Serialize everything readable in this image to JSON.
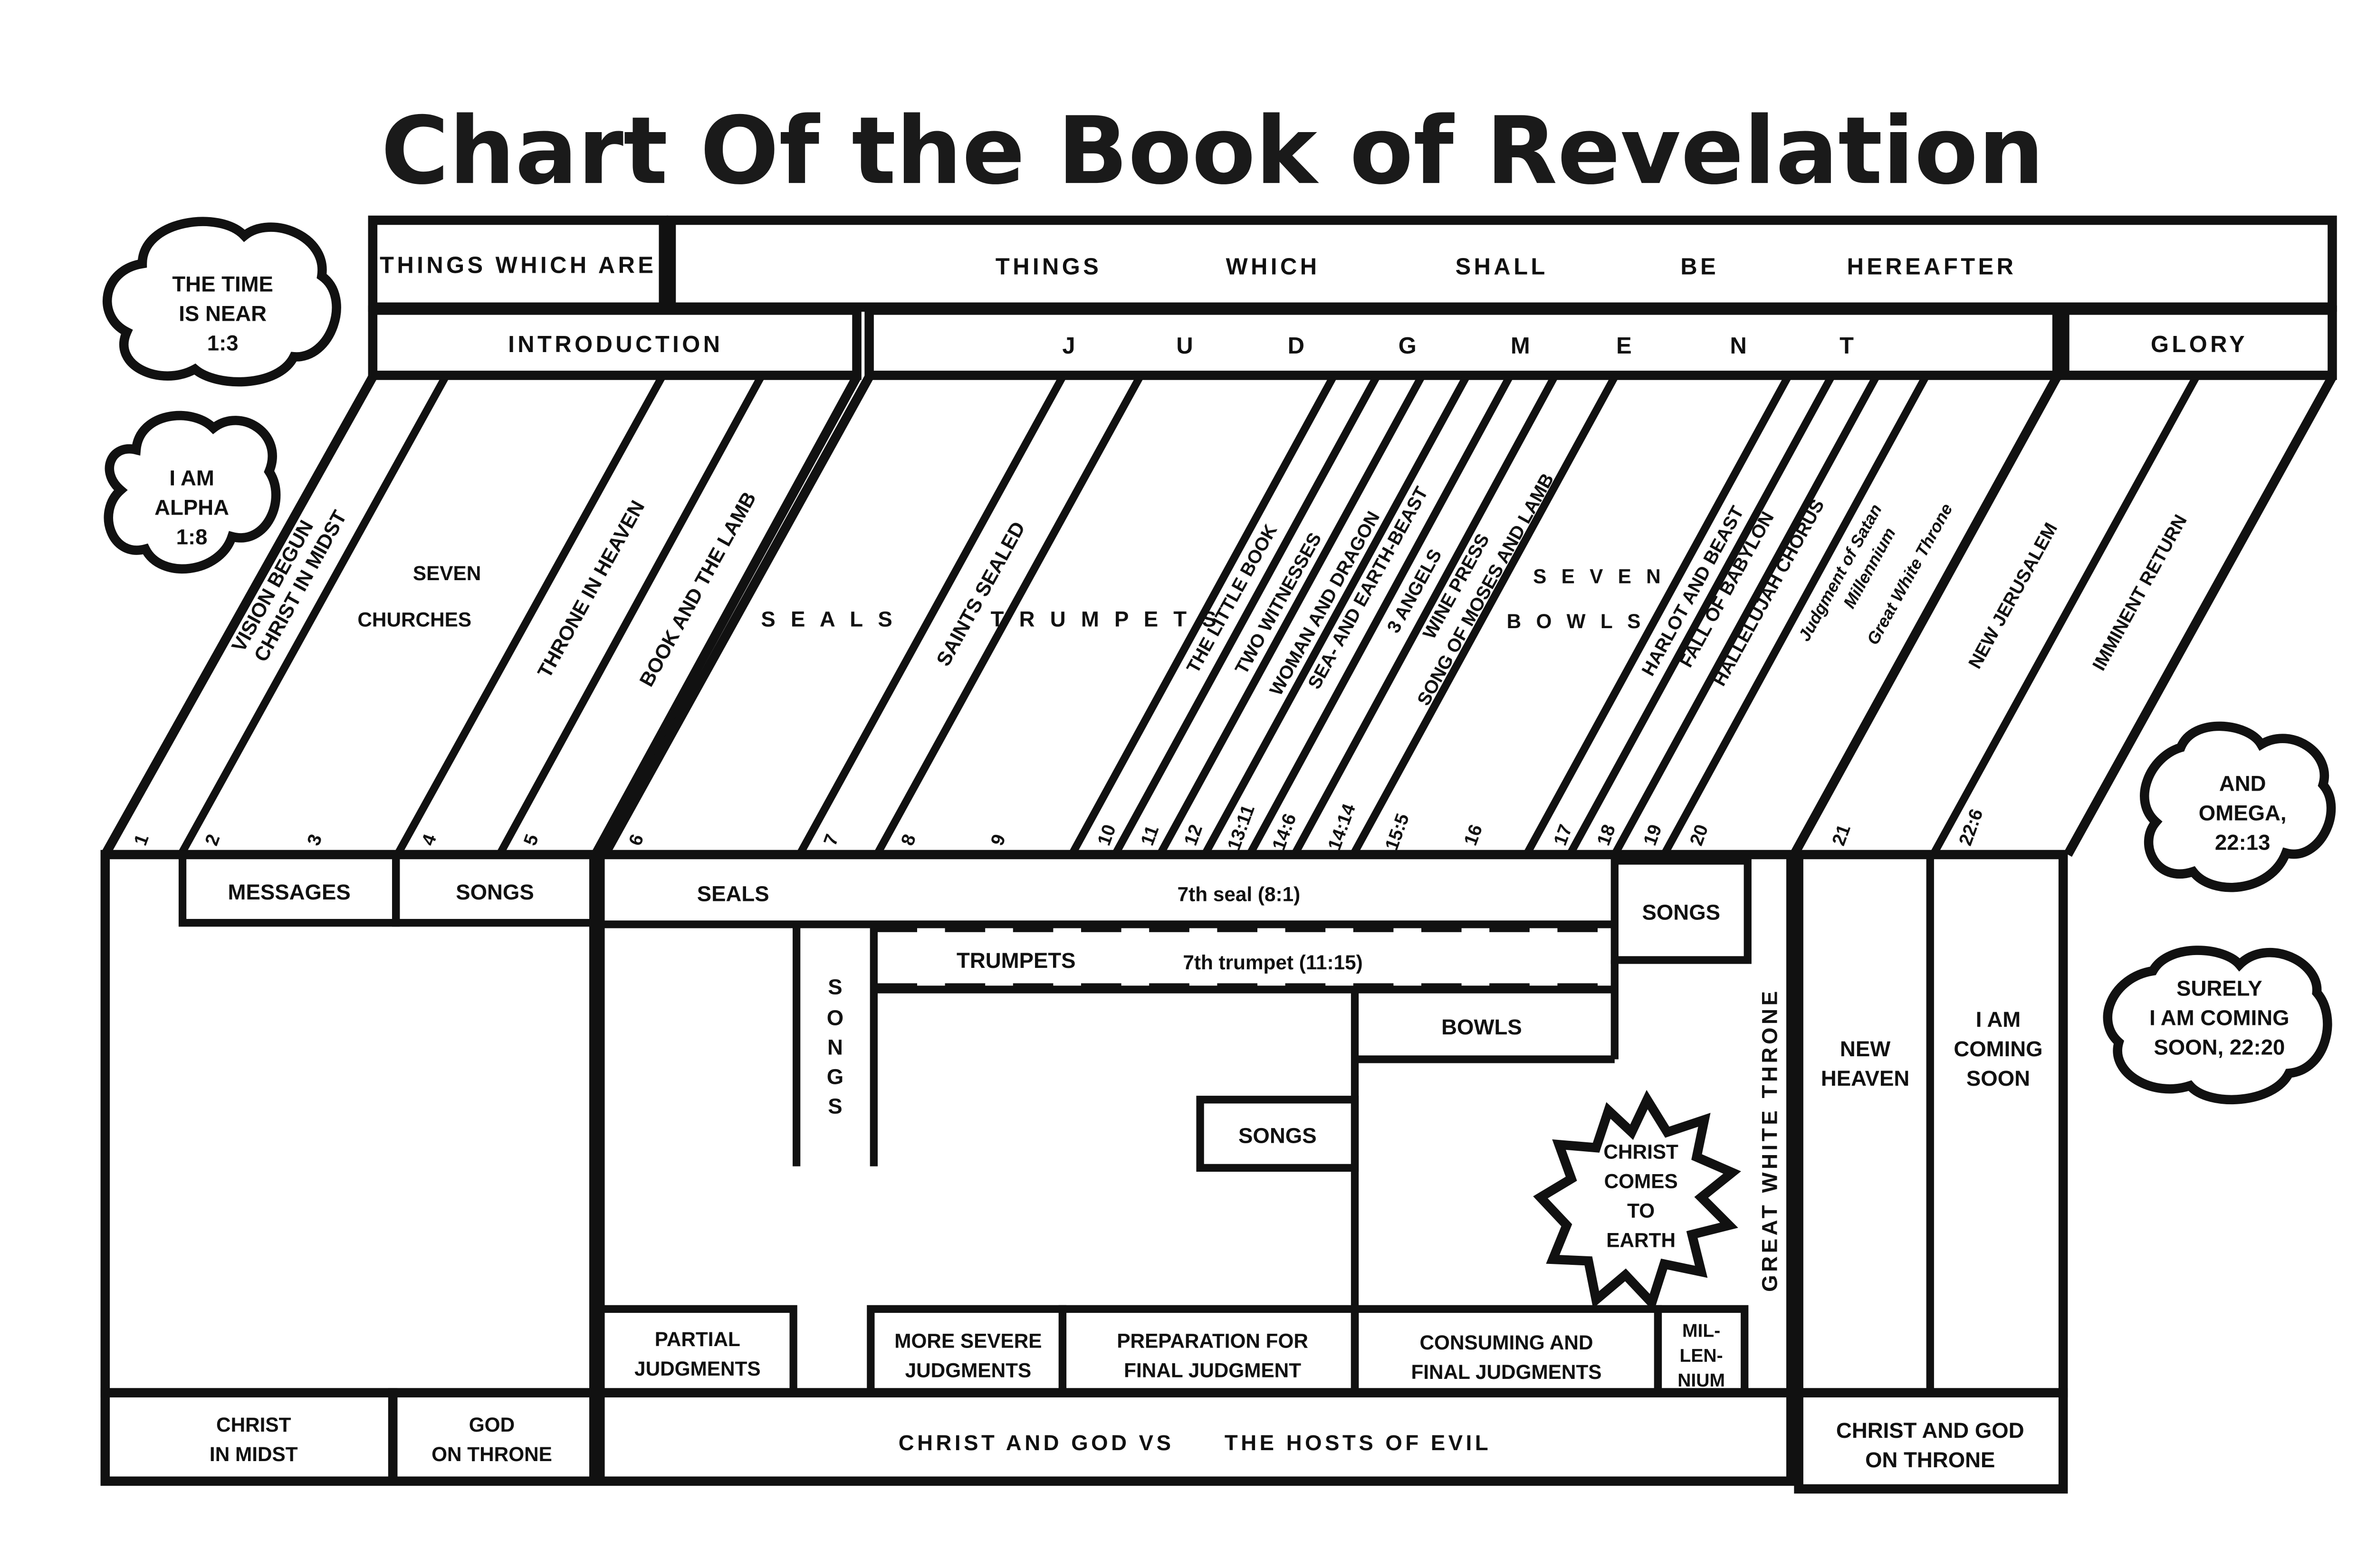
{
  "title": "Chart Of the Book of Revelation",
  "top": {
    "things_which_are": "THINGS WHICH ARE",
    "hereafter": [
      "THINGS",
      "WHICH",
      "SHALL",
      "BE",
      "HEREAFTER"
    ],
    "introduction": "INTRODUCTION",
    "judgment": [
      "J",
      "U",
      "D",
      "G",
      "M",
      "E",
      "N",
      "T"
    ],
    "glory": "GLORY"
  },
  "slants": {
    "vision": [
      "VISION BEGUN",
      "CHRIST IN MIDST"
    ],
    "seven_churches": [
      "SEVEN",
      "CHURCHES"
    ],
    "throne": "THRONE IN HEAVEN",
    "book_lamb": "BOOK AND THE LAMB",
    "seals": "S E A L S",
    "saints": "SAINTS SEALED",
    "trumpets": "T R U M P E T S",
    "little_book": "THE LITTLE BOOK",
    "two_witnesses": "TWO WITNESSES",
    "woman_dragon": "WOMAN AND DRAGON",
    "sea_earth": "SEA- AND EARTH-BEAST",
    "three_angels": "3 ANGELS",
    "wine_press": "WINE PRESS",
    "song_moses": "SONG OF MOSES AND LAMB",
    "seven_bowls": [
      "S E V E N",
      "B O W L S"
    ],
    "harlot": "HARLOT AND BEAST",
    "fall_babylon": "FALL OF BABYLON",
    "hallelujah": "HALLELUJAH CHORUS",
    "judgment_satan": "Judgment of Satan",
    "millennium": "Millennium",
    "great_white": "Great White Throne",
    "new_jerusalem": "NEW JERUSALEM",
    "imminent": "IMMINENT RETURN"
  },
  "chapters": [
    "1",
    "2",
    "3",
    "4",
    "5",
    "6",
    "7",
    "8",
    "9",
    "10",
    "11",
    "12",
    "13:11",
    "14:6",
    "14:14",
    "15:5",
    "16",
    "17",
    "18",
    "19",
    "20",
    "21",
    "22:6"
  ],
  "bottom": {
    "messages": "MESSAGES",
    "songs": "SONGS",
    "seals": "SEALS",
    "seventh_seal": "7th seal (8:1)",
    "trumpets": "TRUMPETS",
    "seventh_trumpet": "7th trumpet (11:15)",
    "songs_vertical": [
      "S",
      "O",
      "N",
      "G",
      "S"
    ],
    "bowls": "BOWLS",
    "christ_comes": [
      "CHRIST",
      "COMES",
      "TO",
      "EARTH"
    ],
    "great_white_throne": "GREAT WHITE THRONE",
    "new_heaven": [
      "NEW",
      "HEAVEN"
    ],
    "coming_soon": [
      "I AM",
      "COMING",
      "SOON"
    ],
    "partial": [
      "PARTIAL",
      "JUDGMENTS"
    ],
    "more_severe": [
      "MORE SEVERE",
      "JUDGMENTS"
    ],
    "preparation": [
      "PREPARATION FOR",
      "FINAL JUDGMENT"
    ],
    "consuming": [
      "CONSUMING AND",
      "FINAL JUDGMENTS"
    ],
    "millennium": [
      "MIL-",
      "LEN-",
      "NIUM"
    ],
    "christ_midst": [
      "CHRIST",
      "IN MIDST"
    ],
    "god_throne": [
      "GOD",
      "ON THRONE"
    ],
    "hosts_evil": [
      "CHRIST AND GOD VS",
      "THE HOSTS OF EVIL"
    ],
    "christ_god_throne": [
      "CHRIST AND GOD",
      "ON THRONE"
    ]
  },
  "clouds": {
    "time_near": [
      "THE TIME",
      "IS NEAR",
      "1:3"
    ],
    "alpha": [
      "I AM",
      "ALPHA",
      "1:8"
    ],
    "omega": [
      "AND",
      "OMEGA,",
      "22:13"
    ],
    "surely": [
      "SURELY",
      "I AM COMING",
      "SOON, 22:20"
    ]
  }
}
